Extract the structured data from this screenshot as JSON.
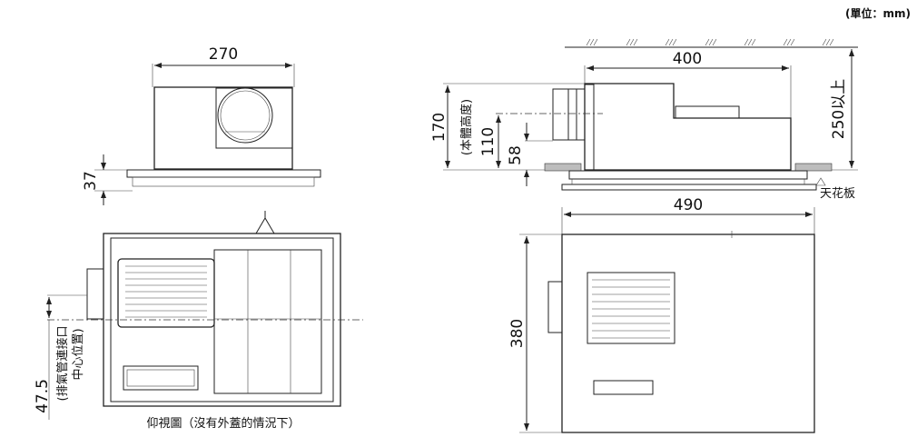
{
  "unit_note": "(單位：mm)",
  "front_view": {
    "width": "270",
    "flange_height": "37"
  },
  "side_view": {
    "length": "400",
    "body_height": "170",
    "body_height_note": "(本體高度)",
    "duct_center_height": "110",
    "duct_bottom_height": "58",
    "clearance": "250以上",
    "ceiling_label": "天花板"
  },
  "top_view": {
    "width": "490",
    "depth": "380"
  },
  "bottom_view": {
    "offset": "47.5",
    "offset_note_line1": "(排氣管連接口",
    "offset_note_line2": "中心位置)",
    "caption": "仰視圖（沒有外蓋的情況下）"
  }
}
